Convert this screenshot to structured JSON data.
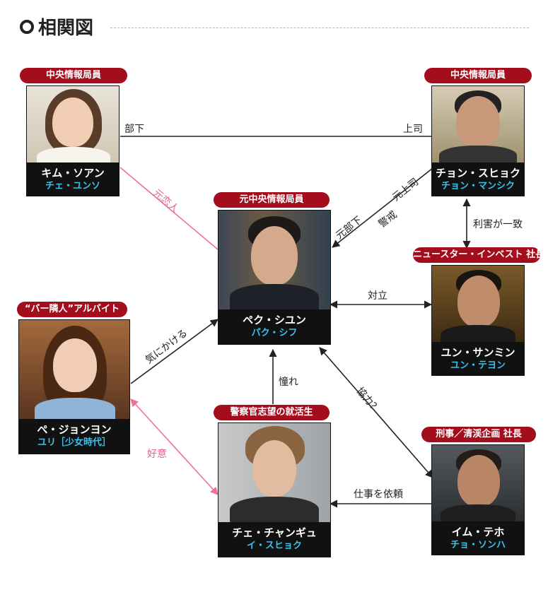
{
  "header": {
    "title": "相関図"
  },
  "characters": [
    {
      "id": "kim",
      "role": "中央情報局員",
      "name": "キム・ソアン",
      "actor": "チェ・ユンソ"
    },
    {
      "id": "jeon",
      "role": "中央情報局員",
      "name": "チョン・スヒョク",
      "actor": "チョン・マンシク"
    },
    {
      "id": "baek",
      "role": "元中央情報局員",
      "name": "ペク・シユン",
      "actor": "パク・シフ"
    },
    {
      "id": "yun",
      "role": "ニュースター・インベスト 社長",
      "name": "ユン・サンミン",
      "actor": "ユン・テヨン"
    },
    {
      "id": "bae",
      "role": "“バー隣人”アルバイト",
      "name": "ぺ・ジョンヨン",
      "actor": "ユリ［少女時代］"
    },
    {
      "id": "choi",
      "role": "警察官志望の就活生",
      "name": "チェ・チャンギュ",
      "actor": "イ・スヒョク"
    },
    {
      "id": "lim",
      "role": "刑事／清渓企画 社長",
      "name": "イム・テホ",
      "actor": "チョ・ソンハ"
    }
  ],
  "relations": {
    "bukka": "部下",
    "joshi": "上司",
    "motokoibito": "元恋人",
    "motojoshi": "元上司",
    "motobuka": "元部下",
    "keikai": "警戒",
    "rigai": "利害が一致",
    "tairitsu": "対立",
    "kinikakeru": "気にかける",
    "akogare": "憧れ",
    "kyoryoku": "協力？",
    "koui": "好意",
    "shigoto": "仕事を依頼"
  },
  "colors": {
    "role_badge": "#a30d1c",
    "actor_text": "#35c3ee",
    "pink_line": "#ef6f9a",
    "line": "#222222"
  }
}
